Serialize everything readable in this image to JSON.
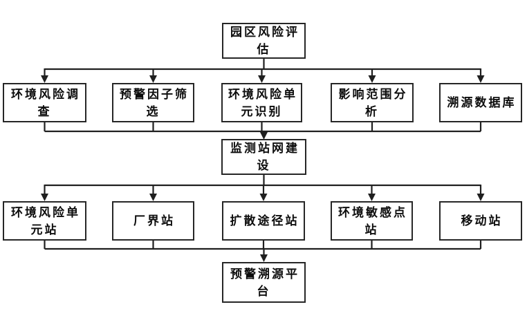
{
  "flowchart": {
    "level1": {
      "label": "园区风险评\n估"
    },
    "level2": [
      {
        "label": "环境风险调\n查"
      },
      {
        "label": "预警因子筛\n选"
      },
      {
        "label": "环境风险单\n元识别"
      },
      {
        "label": "影响范围分\n析"
      },
      {
        "label": "溯源数据库"
      }
    ],
    "level3": {
      "label": "监测站网建\n设"
    },
    "level4": [
      {
        "label": "环境风险单\n元站"
      },
      {
        "label": "厂界站"
      },
      {
        "label": "扩散途径站"
      },
      {
        "label": "环境敏感点\n站"
      },
      {
        "label": "移动站"
      }
    ],
    "level5": {
      "label": "预警溯源平\n台"
    }
  },
  "style": {
    "line_color": "#1f1f1f",
    "box_border_color": "#262626",
    "box_fill": "#ffffff",
    "text_color": "#0d0d0d",
    "background": "#ffffff"
  }
}
